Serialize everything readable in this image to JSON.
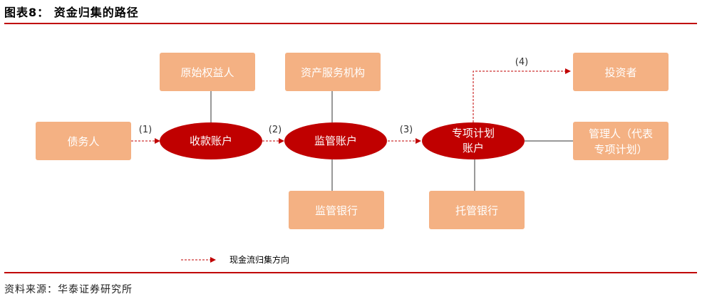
{
  "header": {
    "title": "图表8：  资金归集的路径"
  },
  "source": "资料来源：华泰证券研究所",
  "colors": {
    "box_fill": "#f4b183",
    "oval_fill": "#c00000",
    "arrow": "#c00000",
    "rule": "#c00000",
    "line": "#333333"
  },
  "boxes": {
    "original_owner": "原始权益人",
    "asset_service": "资产服务机构",
    "investor": "投资者",
    "debtor": "债务人",
    "manager_line1": "管理人（代表",
    "manager_line2": "专项计划）",
    "supervision_bank": "监管银行",
    "custodian_bank": "托管银行"
  },
  "ovals": {
    "collection": "收款账户",
    "supervision": "监管账户",
    "spv_line1": "专项计划",
    "spv_line2": "账户"
  },
  "steps": {
    "s1": "(1)",
    "s2": "(2)",
    "s3": "(3)",
    "s4": "(4)"
  },
  "legend": {
    "label": "现金流归集方向"
  }
}
